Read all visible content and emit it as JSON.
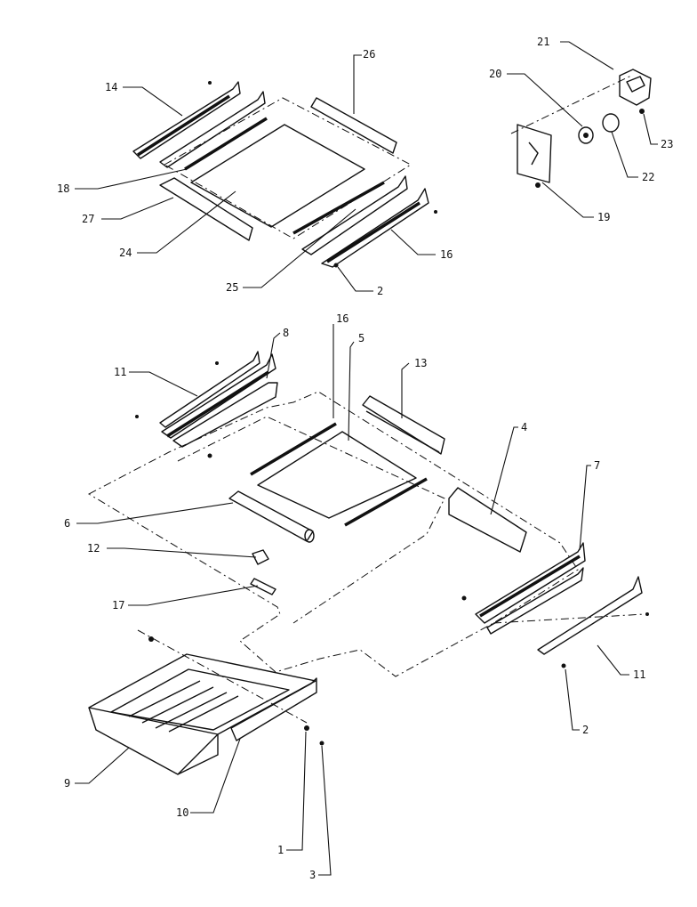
{
  "callouts": {
    "c1": "1",
    "c2a": "2",
    "c2b": "2",
    "c3": "3",
    "c4": "4",
    "c5": "5",
    "c6": "6",
    "c7": "7",
    "c8": "8",
    "c9": "9",
    "c10": "10",
    "c11a": "11",
    "c11b": "11",
    "c12": "12",
    "c13": "13",
    "c14": "14",
    "c16a": "16",
    "c16b": "16",
    "c17": "17",
    "c18": "18",
    "c19": "19",
    "c20": "20",
    "c21": "21",
    "c22": "22",
    "c23": "23",
    "c24": "24",
    "c25": "25",
    "c26": "26",
    "c27": "27"
  }
}
